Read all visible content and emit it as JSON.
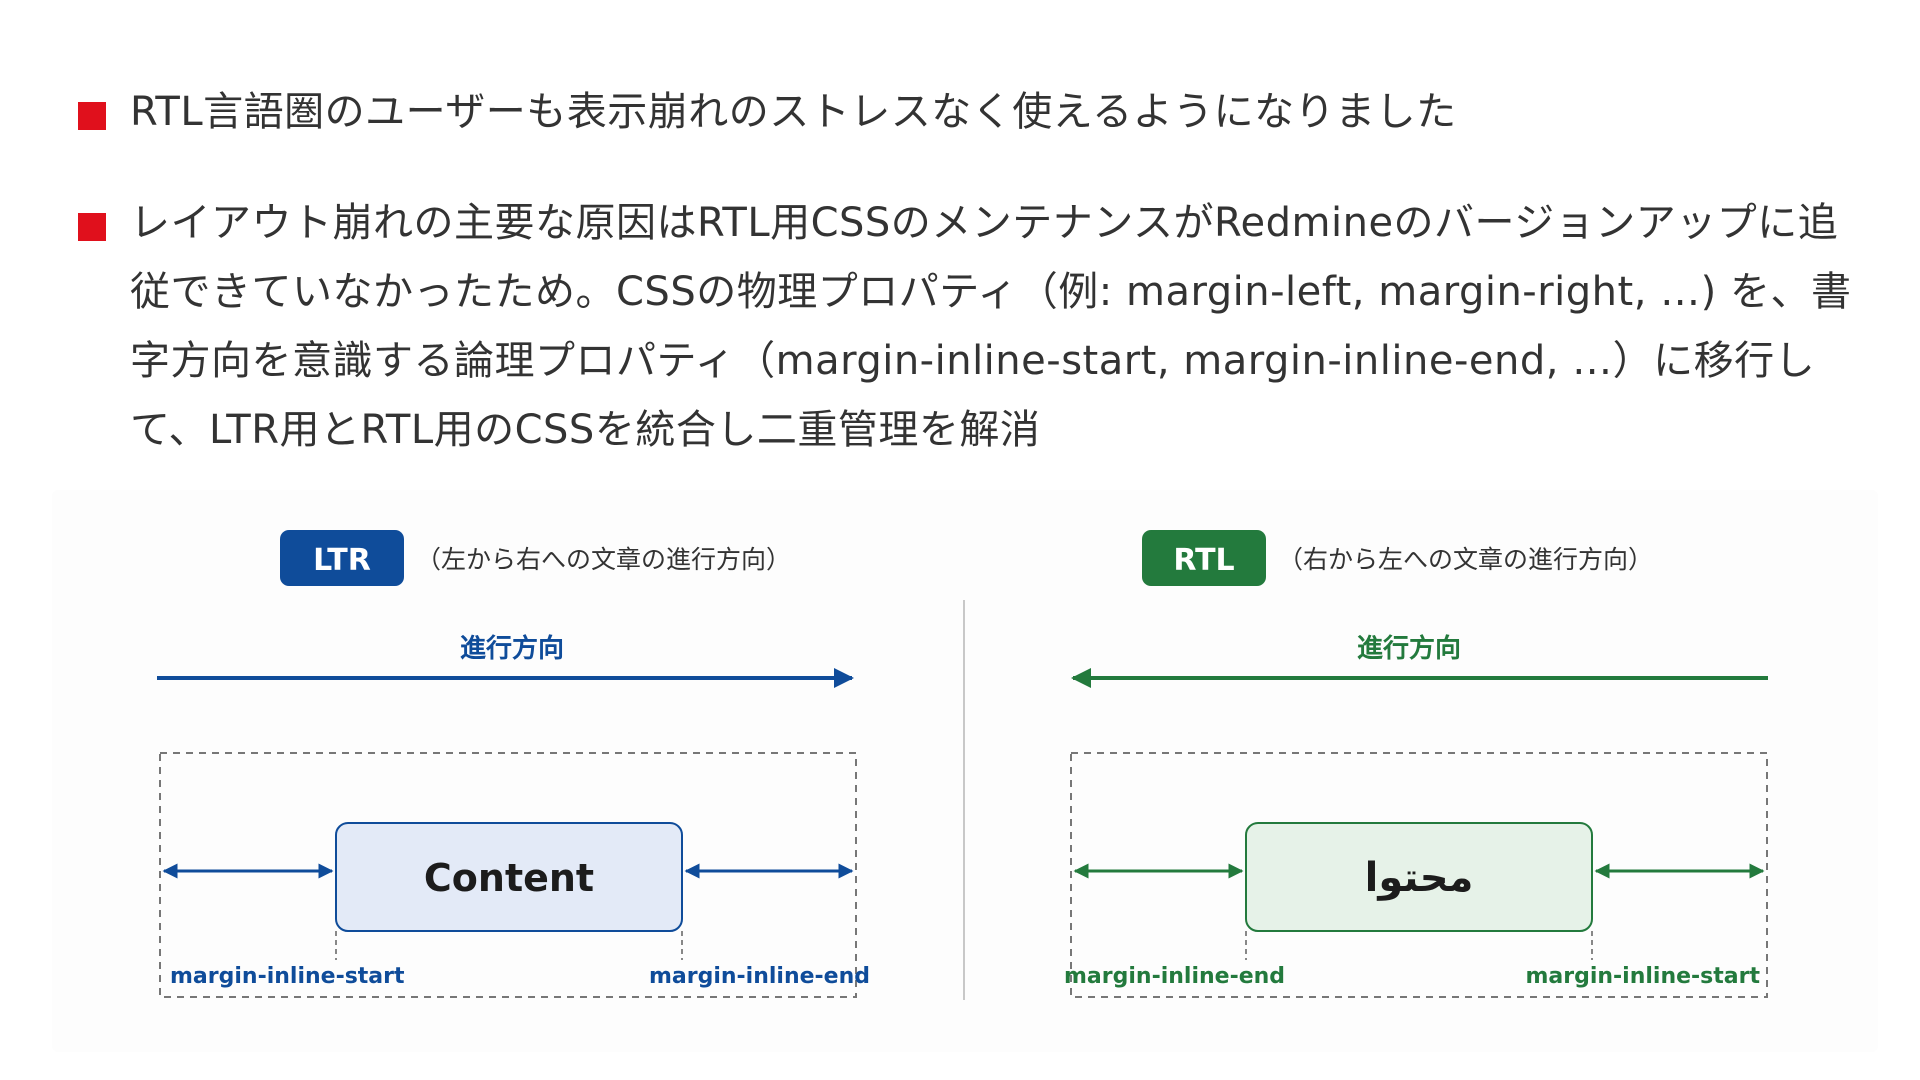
{
  "bullets": [
    {
      "text": "RTL言語圏のユーザーも表示崩れのストレスなく使えるようになりました"
    },
    {
      "text": "レイアウト崩れの主要な原因はRTL用CSSのメンテナンスがRedmineのバージョンアップに追従できていなかったため。CSSの物理プロパティ（例: margin-left, margin-right, …) を、書字方向を意識する論理プロパティ（margin-inline-start, margin-inline-end, …）に移行して、LTR用とRTL用のCSSを統合し二重管理を解消"
    }
  ],
  "colors": {
    "bullet_marker": "#e0101c",
    "ltr_primary": "#0f4c9a",
    "ltr_box_fill": "#e3eaf7",
    "rtl_primary": "#237a3d",
    "rtl_box_fill": "#e6f2e8",
    "divider": "#c8c8c8",
    "dashed": "#777777"
  },
  "ltr": {
    "badge": "LTR",
    "caption": "（左から右への文章の進行方向）",
    "direction_label": "進行方向",
    "content_label": "Content",
    "start_label": "margin-inline-start",
    "end_label": "margin-inline-end"
  },
  "rtl": {
    "badge": "RTL",
    "caption": "（右から左への文章の進行方向）",
    "direction_label": "進行方向",
    "content_label": "محتوا",
    "start_label": "margin-inline-start",
    "end_label": "margin-inline-end"
  }
}
